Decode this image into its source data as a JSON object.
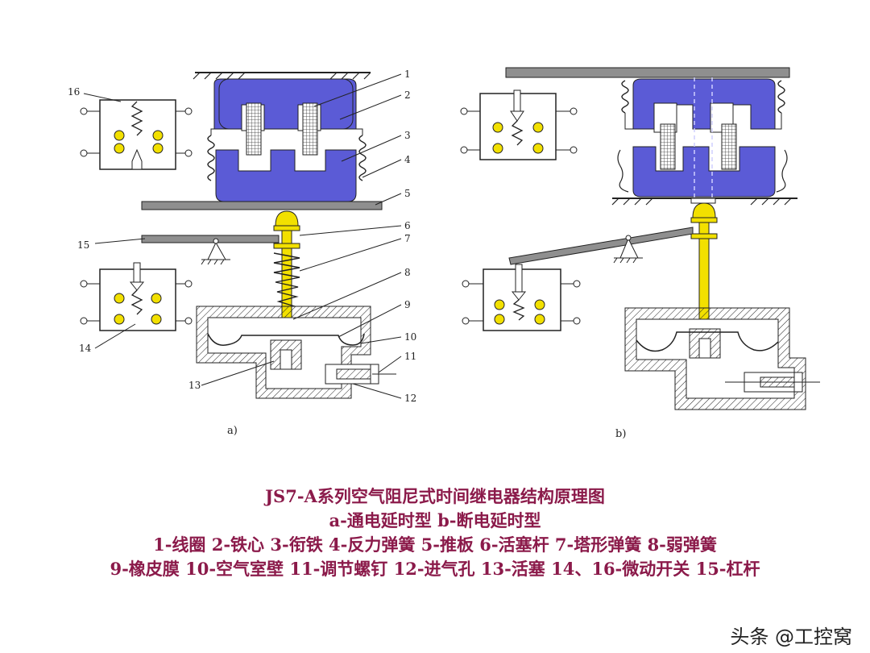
{
  "diagram": {
    "callouts_a": [
      "1",
      "2",
      "3",
      "4",
      "5",
      "6",
      "7",
      "8",
      "9",
      "10",
      "11",
      "12",
      "13",
      "14",
      "15",
      "16"
    ],
    "callouts_b_none": "",
    "sublabel_a": "a)",
    "sublabel_b": "b)"
  },
  "colors": {
    "core": "#5b5bd6",
    "yellow": "#f2e000",
    "caption": "#8b1a4a",
    "gray_plate": "#8f8f8f"
  },
  "caption": {
    "line1": "JS7-A系列空气阻尼式时间继电器结构原理图",
    "line2": "a-通电延时型   b-断电延时型",
    "line3": "1-线圈  2-铁心  3-衔铁  4-反力弹簧  5-推板  6-活塞杆  7-塔形弹簧  8-弱弹簧",
    "line4": "9-橡皮膜  10-空气室壁  11-调节螺钉  12-进气孔  13-活塞  14、16-微动开关  15-杠杆"
  },
  "watermark": "头条 @工控窝"
}
